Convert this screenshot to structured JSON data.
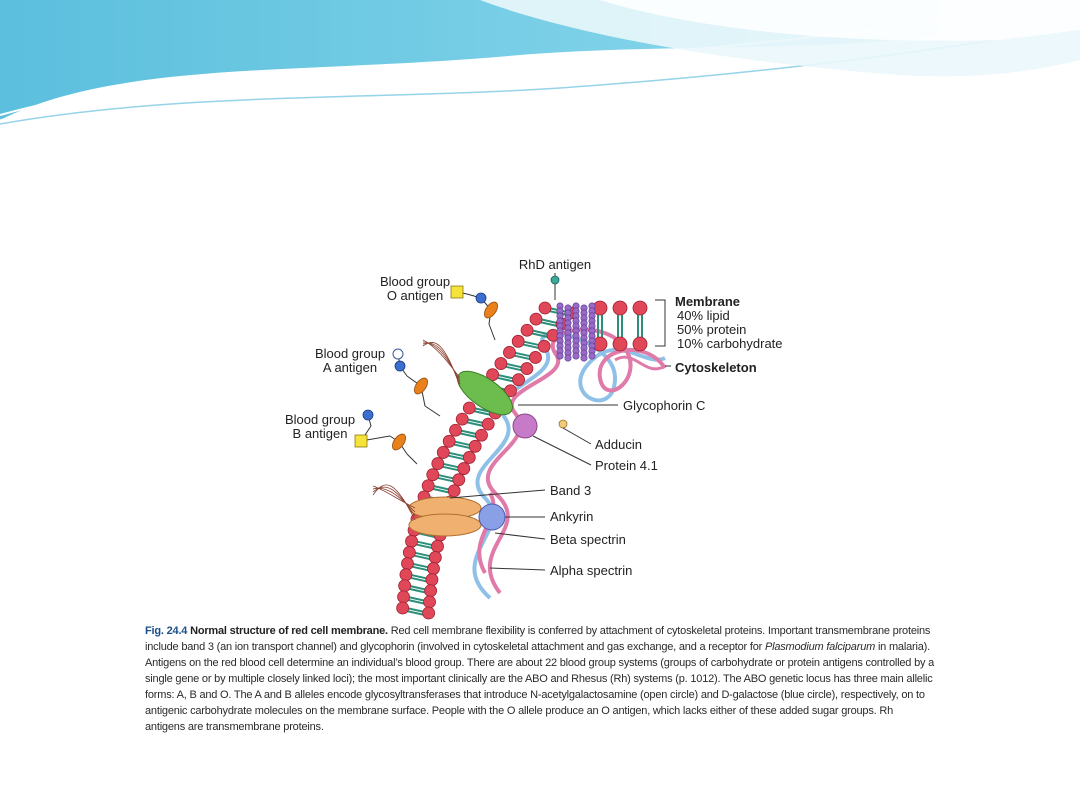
{
  "labels": {
    "rhd": "RhD antigen",
    "o_antigen": "Blood group\nO antigen",
    "a_antigen": "Blood group\nA antigen",
    "b_antigen": "Blood group\nB antigen",
    "membrane_title": "Membrane",
    "membrane_lipid": "40% lipid",
    "membrane_protein": "50% protein",
    "membrane_carb": "10% carbohydrate",
    "cytoskeleton": "Cytoskeleton",
    "glycophorin_c": "Glycophorin C",
    "adducin": "Adducin",
    "protein41": "Protein 4.1",
    "band3": "Band 3",
    "ankyrin": "Ankyrin",
    "beta_spectrin": "Beta spectrin",
    "alpha_spectrin": "Alpha spectrin"
  },
  "caption": {
    "fig_num": "Fig. 24.4",
    "title": "Normal structure of red cell membrane.",
    "part1": "Red cell membrane flexibility is conferred by attachment of cytoskeletal proteins. Important transmembrane proteins include band 3 (an ion transport channel) and glycophorin (involved in cytoskeletal attachment and gas exchange, and a receptor for",
    "italic": "Plasmodium falciparum",
    "part2": "in malaria). Antigens on the red blood cell determine an individual’s blood group. There are about 22 blood group systems (groups of carbohydrate or protein antigens controlled by a single gene or by multiple closely linked loci); the most important clinically are the ABO and Rhesus (Rh) systems (p. 1012). The ABO genetic locus has three main allelic forms: A, B and O. The A and B alleles encode glycosyltransferases that introduce N-acetylgalactosamine (open circle) and D-galactose (blue circle), respectively, on to antigenic carbohydrate molecules on the membrane surface. People with the O allele produce an O antigen, which lacks either of these added sugar groups. Rh antigens are transmembrane proteins."
  },
  "colors": {
    "lipid_head": "#e0485a",
    "lipid_tail": "#2b8f7a",
    "glycophorin": "#6cbd4e",
    "band3": "#f0b070",
    "protein41": "#c77ac7",
    "ankyrin": "#8aa0e6",
    "rh_protein": "#9a6ac8",
    "spectrin_pink": "#e07aa8",
    "spectrin_blue": "#8fc1e8",
    "galactose": "#3a6fd0",
    "gal_square": "#f5e23a",
    "fucose": "#e8801c",
    "banner": "#4fb6d8"
  }
}
